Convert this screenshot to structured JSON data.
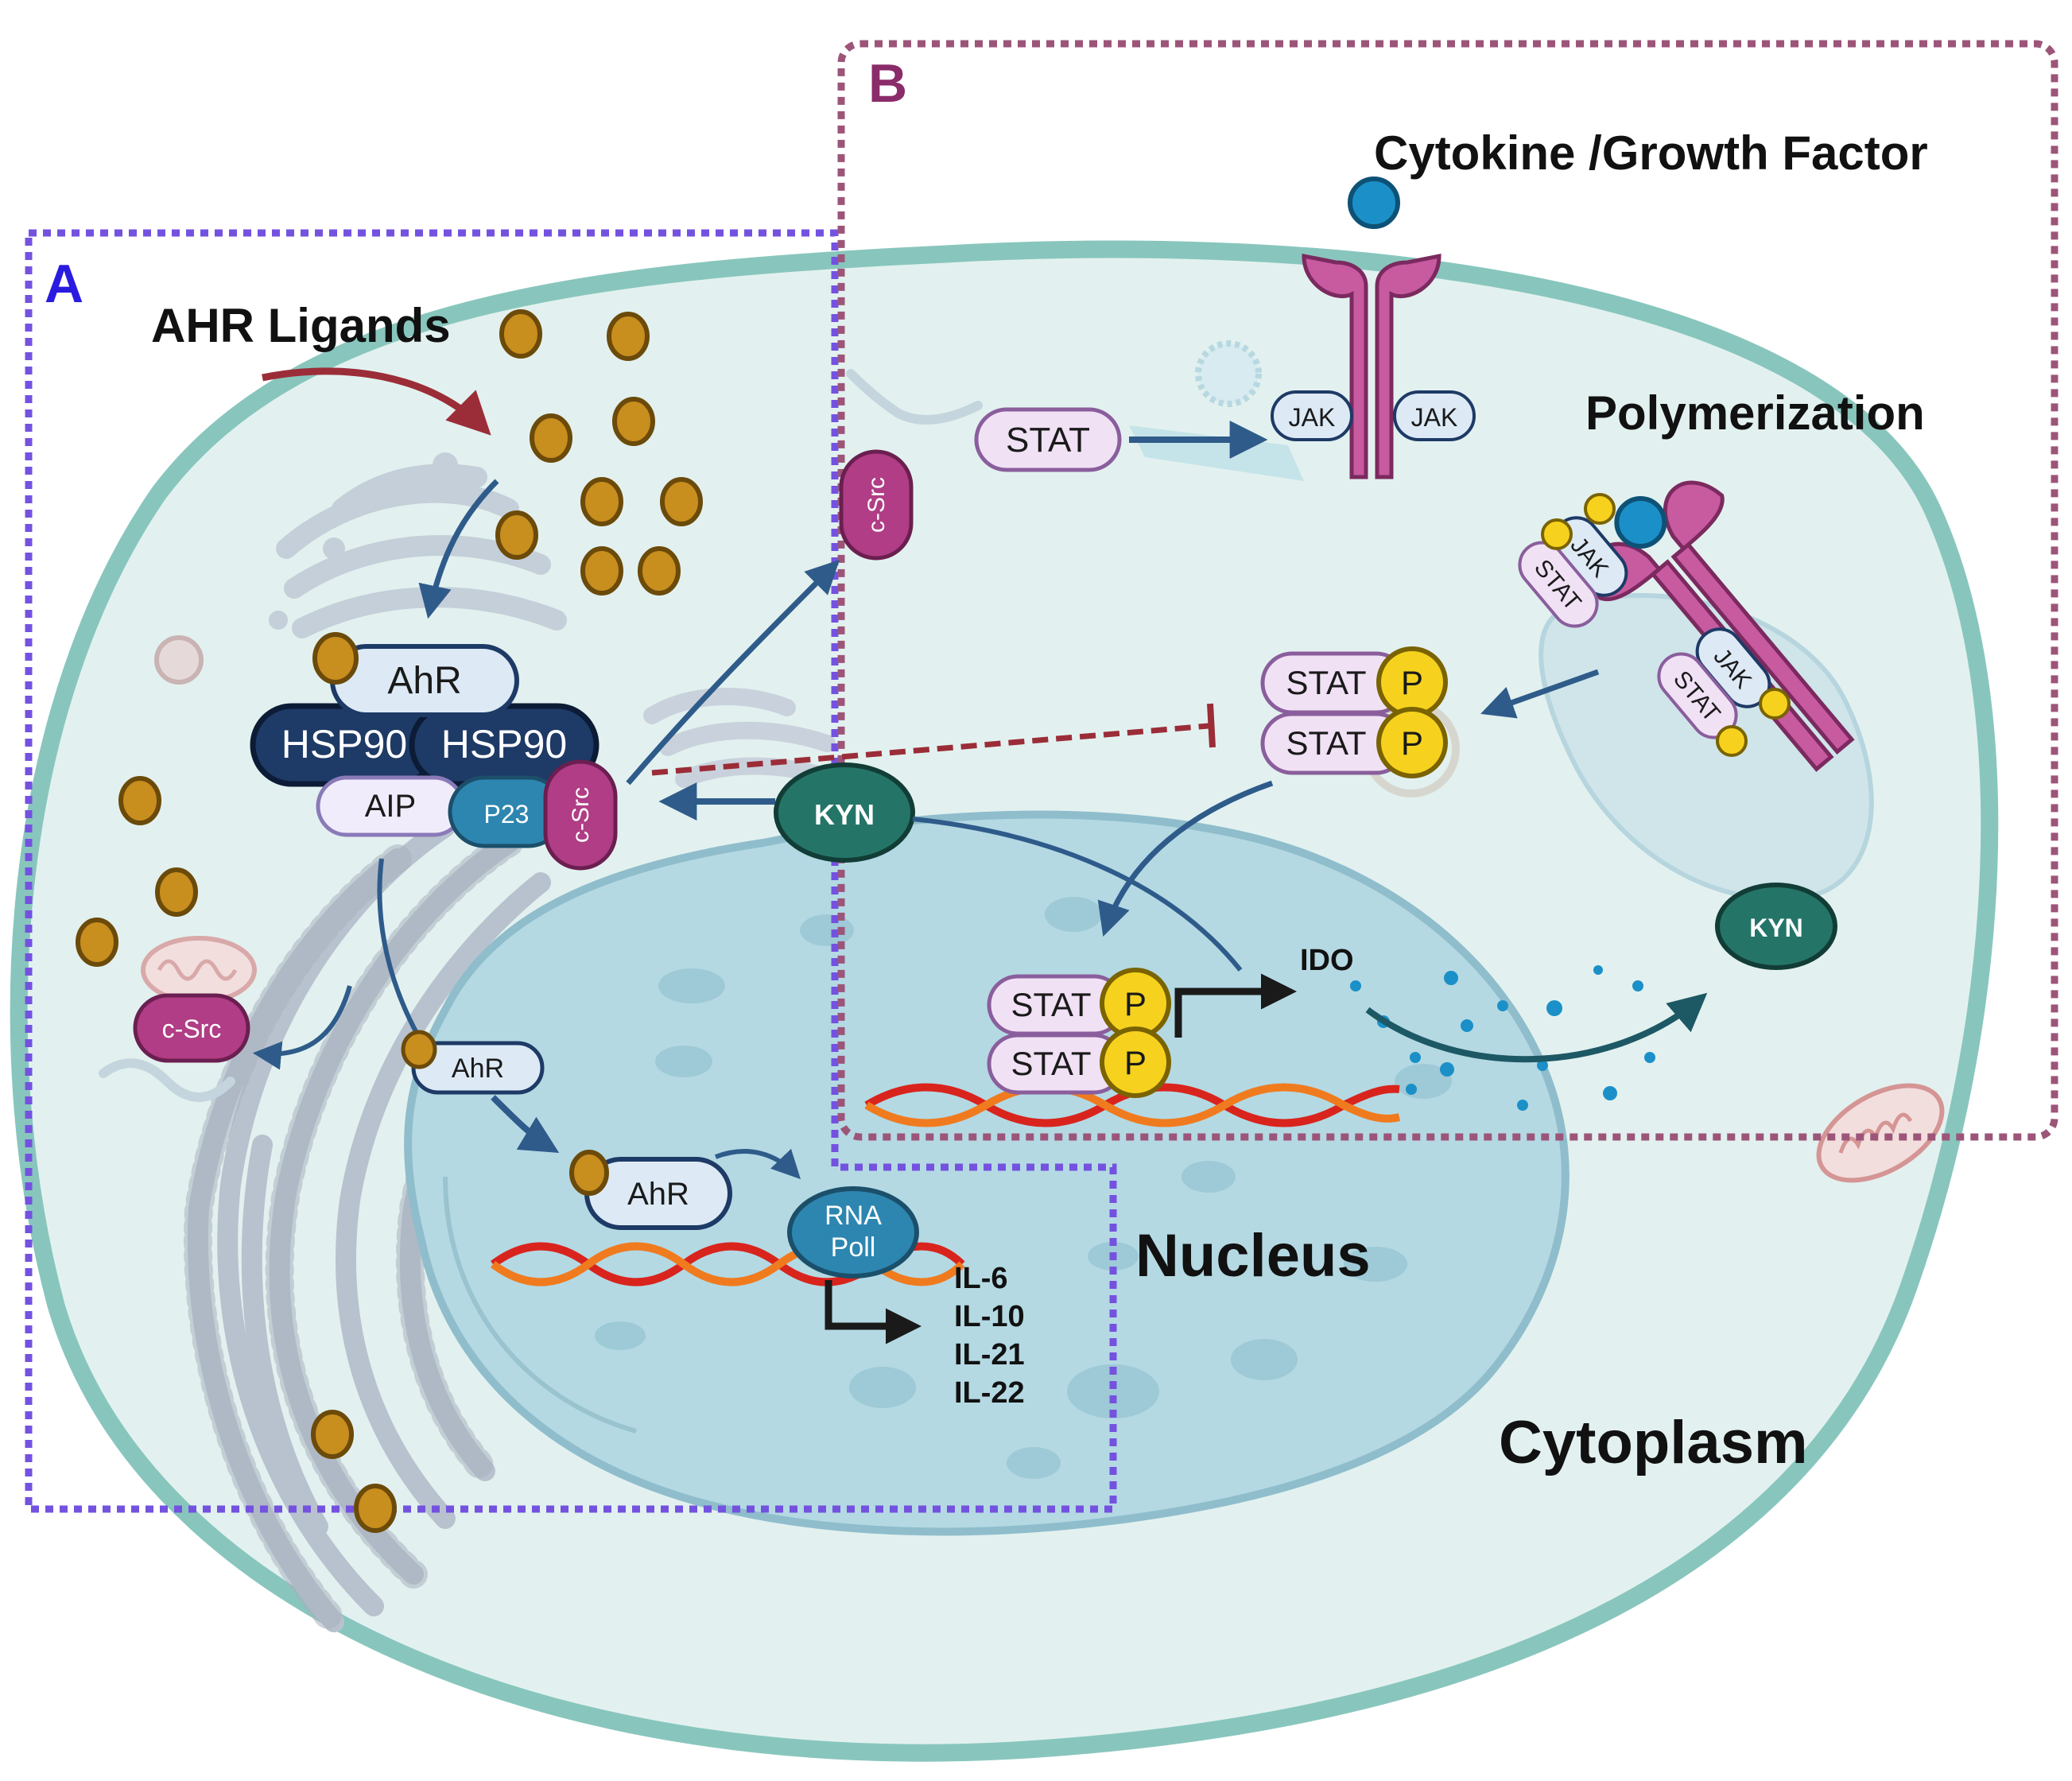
{
  "panels": {
    "a": {
      "letter": "A",
      "color": "#7452e0"
    },
    "b": {
      "letter": "B",
      "color": "#9c5579"
    }
  },
  "titles": {
    "ahr_ligands": "AHR Ligands",
    "cytokine": "Cytokine /Growth Factor",
    "polymerization": "Polymerization",
    "nucleus": "Nucleus",
    "cytoplasm": "Cytoplasm"
  },
  "complex": {
    "ahr": "AhR",
    "hsp90_1": "HSP90",
    "hsp90_2": "HSP90",
    "aip": "AIP",
    "p23": "P23",
    "csrc": "c-Src"
  },
  "pathway_a": {
    "csrc_top": "c-Src",
    "csrc_left": "c-Src",
    "ahr_mid": "AhR",
    "ahr_nuc": "AhR",
    "rna_pol_1": "RNA",
    "rna_pol_2": "Poll",
    "genes": [
      "IL-6",
      "IL-10",
      "IL-21",
      "IL-22"
    ]
  },
  "pathway_b": {
    "stat": "STAT",
    "jak_left": "JAK",
    "jak_right": "JAK",
    "p": "P",
    "kyn": "KYN",
    "kyn_right": "KYN",
    "ido": "IDO"
  },
  "colors": {
    "cell_border": "#88c6bd",
    "cell_fill": "#e2f1ef",
    "nucleus": "#b4d9e3",
    "ligand": "#c88e1e",
    "hsp90": "#1e3a66",
    "csrc": "#b03d85",
    "receptor": "#c85aa0",
    "stat": "#f1e1f5",
    "phospho": "#f6d21e",
    "kyn": "#247568",
    "arrow": "#2e5b8a",
    "dna_red": "#d9241d",
    "dna_orange": "#f07b1f"
  }
}
